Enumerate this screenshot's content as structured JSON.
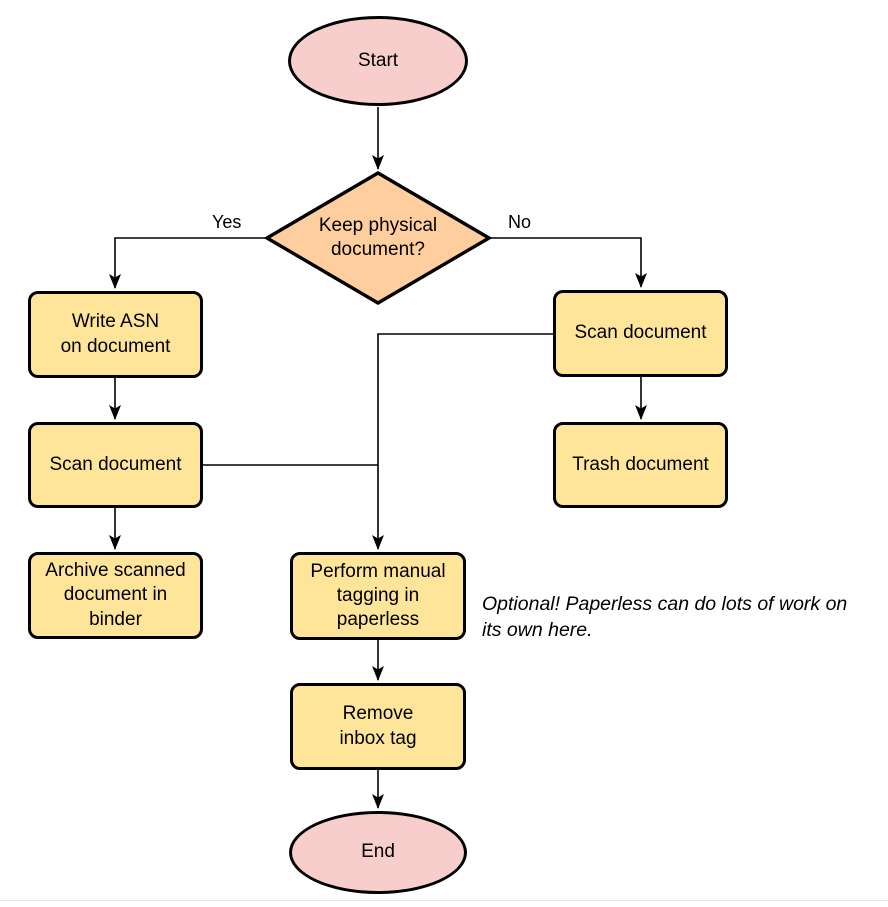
{
  "flowchart": {
    "nodes": {
      "start": {
        "label": "Start",
        "type": "terminator"
      },
      "keep_physical": {
        "label": "Keep physical\ndocument?",
        "type": "decision"
      },
      "write_asn": {
        "label": "Write ASN\non document",
        "type": "process"
      },
      "scan_document_left": {
        "label": "Scan document",
        "type": "process"
      },
      "archive_binder": {
        "label": "Archive scanned\ndocument in\nbinder",
        "type": "process"
      },
      "scan_document_right": {
        "label": "Scan document",
        "type": "process"
      },
      "trash_document": {
        "label": "Trash document",
        "type": "process"
      },
      "manual_tagging": {
        "label": "Perform manual\ntagging in\npaperless",
        "type": "process"
      },
      "remove_inbox_tag": {
        "label": "Remove\ninbox tag",
        "type": "process"
      },
      "end": {
        "label": "End",
        "type": "terminator"
      }
    },
    "edge_labels": {
      "yes": "Yes",
      "no": "No"
    },
    "annotation": "Optional! Paperless can do lots of work on\nits own here.",
    "colors": {
      "terminator_fill": "#f8cecc",
      "decision_fill": "#ffce9e",
      "process_fill": "#ffe59a",
      "stroke": "#000000"
    }
  }
}
